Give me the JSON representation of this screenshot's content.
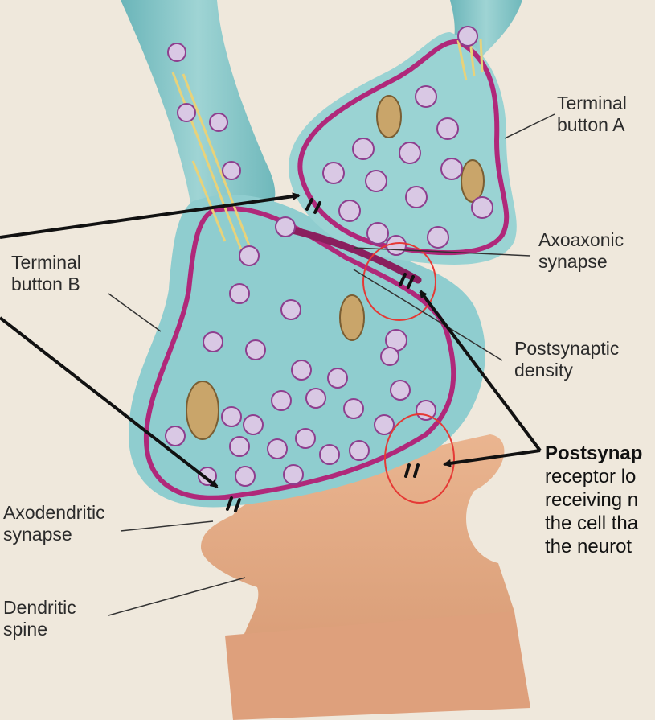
{
  "labels": {
    "terminal_a": "Terminal\nbutton A",
    "terminal_b": "Terminal\nbutton B",
    "axoaxonic": "Axoaxonic\nsynapse",
    "postsynaptic_density": "Postsynaptic\ndensity",
    "axodendritic": "Axodendritic\nsynapse",
    "dendritic_spine": "Dendritic\nspine"
  },
  "note": {
    "title": "Postsynap",
    "lines": [
      "receptor lo",
      "receiving n",
      "the cell tha",
      "the neurot"
    ]
  },
  "colors": {
    "background": "#efe8dc",
    "axon": "#7fc4c6",
    "membrane": "#b0287a",
    "spine": "#e2a884",
    "vesicle": "#d9c8e4",
    "mitochondria": "#c9a56a",
    "highlight_circle": "#e53935",
    "arrow": "#111111"
  }
}
